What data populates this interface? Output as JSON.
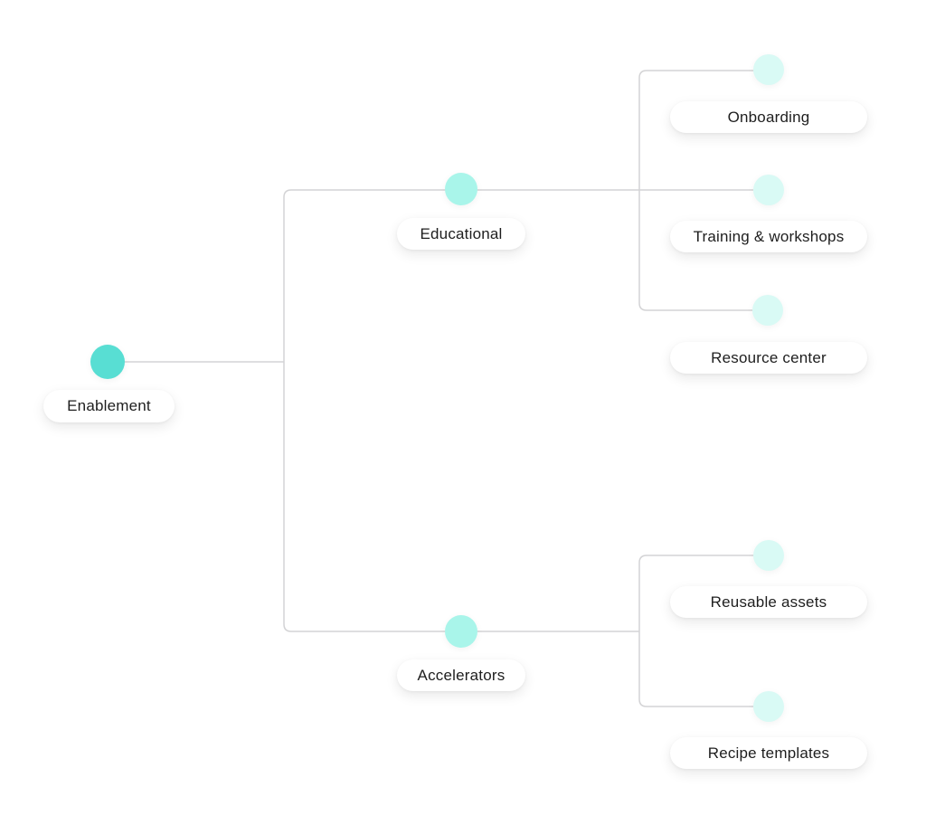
{
  "diagram": {
    "type": "mindmap",
    "tree": {
      "label": "Enablement",
      "children": [
        {
          "label": "Educational",
          "children": [
            {
              "label": "Onboarding"
            },
            {
              "label": "Training & workshops"
            },
            {
              "label": "Resource center"
            }
          ]
        },
        {
          "label": "Accelerators",
          "children": [
            {
              "label": "Reusable assets"
            },
            {
              "label": "Recipe templates"
            }
          ]
        }
      ]
    }
  },
  "colors": {
    "root_dot": "#58DED3",
    "branch_dot": "#A9F5EA",
    "leaf_dot": "#D9FAF5",
    "connector": "#D3D3D5",
    "pill_background": "#FFFFFF",
    "label_text": "#1E1E1E"
  }
}
